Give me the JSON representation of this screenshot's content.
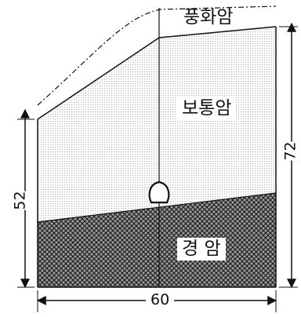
{
  "layers": {
    "weathered_rock": "풍화암",
    "normal_rock": "보통암",
    "hard_rock": "경 암"
  },
  "dimensions": {
    "left_height": "52",
    "right_height": "72",
    "width": "60"
  },
  "colors": {
    "line": "#111111",
    "normal_rock_dot": "#b5b5b5",
    "hard_rock_hatch": "#2a2a2a"
  }
}
